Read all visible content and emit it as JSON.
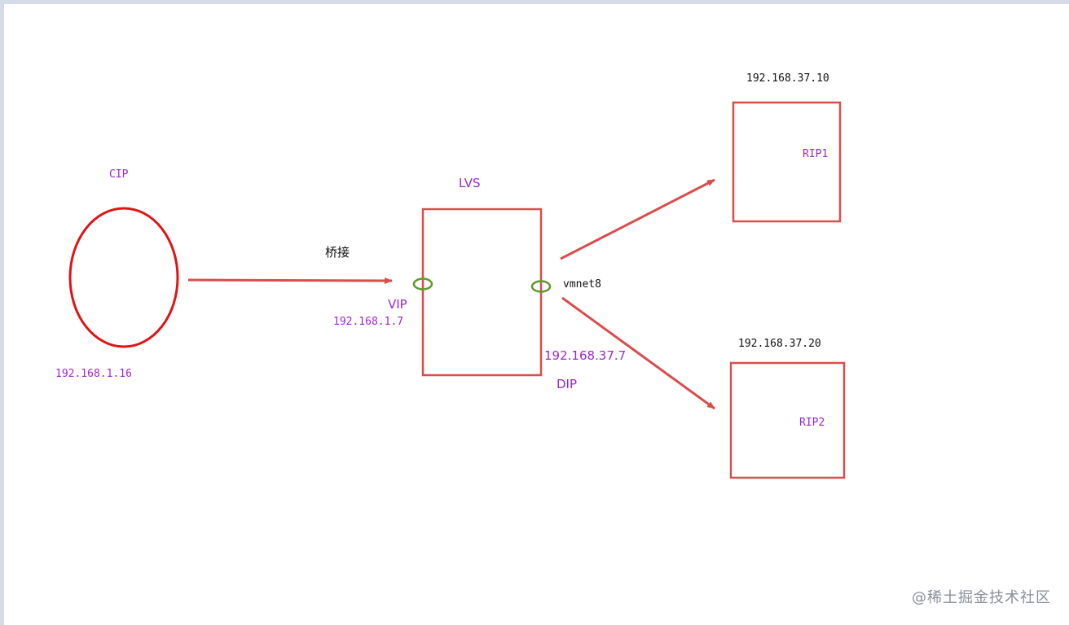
{
  "labels": {
    "cip": "CIP",
    "cip_ip": "192.168.1.16",
    "bridge": "桥接",
    "lvs": "LVS",
    "vip": "VIP",
    "vip_ip": "192.168.1.7",
    "vmnet": "vmnet8",
    "dip_ip": "192.168.37.7",
    "dip": "DIP",
    "rs1_ip": "192.168.37.10",
    "rip1": "RIP1",
    "rs2_ip": "192.168.37.20",
    "rip2": "RIP2"
  },
  "watermark": "@稀土掘金技术社区",
  "colors": {
    "shape_stroke": "#d94d4d",
    "client_circle": "#e01414",
    "interface_ring": "#5f9a2a",
    "label_purple": "#9b27d6"
  }
}
